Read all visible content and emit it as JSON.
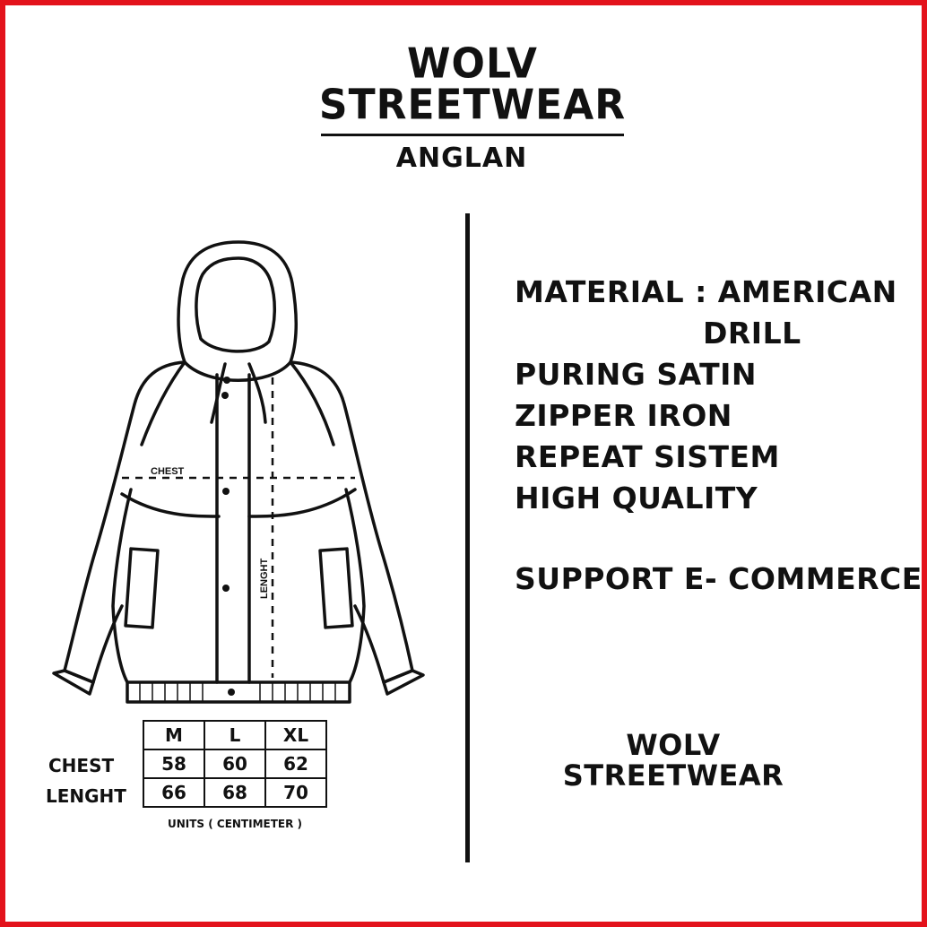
{
  "brand": {
    "line1": "WOLV",
    "line2": "STREETWEAR"
  },
  "model": "ANGLAN",
  "specs": [
    "MATERIAL : AMERICAN",
    "DRILL",
    "PURING SATIN",
    "ZIPPER IRON",
    "REPEAT SISTEM",
    "HIGH QUALITY"
  ],
  "support": "SUPPORT E- COMMERCE",
  "footer_brand": {
    "line1": "WOLV",
    "line2": "STREETWEAR"
  },
  "diagram": {
    "chest_label": "CHEST",
    "length_label": "LENGHT",
    "icon": "hooded-jacket-icon"
  },
  "size_table": {
    "headers": [
      "M",
      "L",
      "XL"
    ],
    "rows": [
      {
        "label": "CHEST",
        "values": [
          "58",
          "60",
          "62"
        ]
      },
      {
        "label": "LENGHT",
        "values": [
          "66",
          "68",
          "70"
        ]
      }
    ],
    "units": "UNITS ( CENTIMETER )"
  },
  "colors": {
    "frame": "#e3121b",
    "ink": "#111111",
    "background": "#ffffff"
  }
}
